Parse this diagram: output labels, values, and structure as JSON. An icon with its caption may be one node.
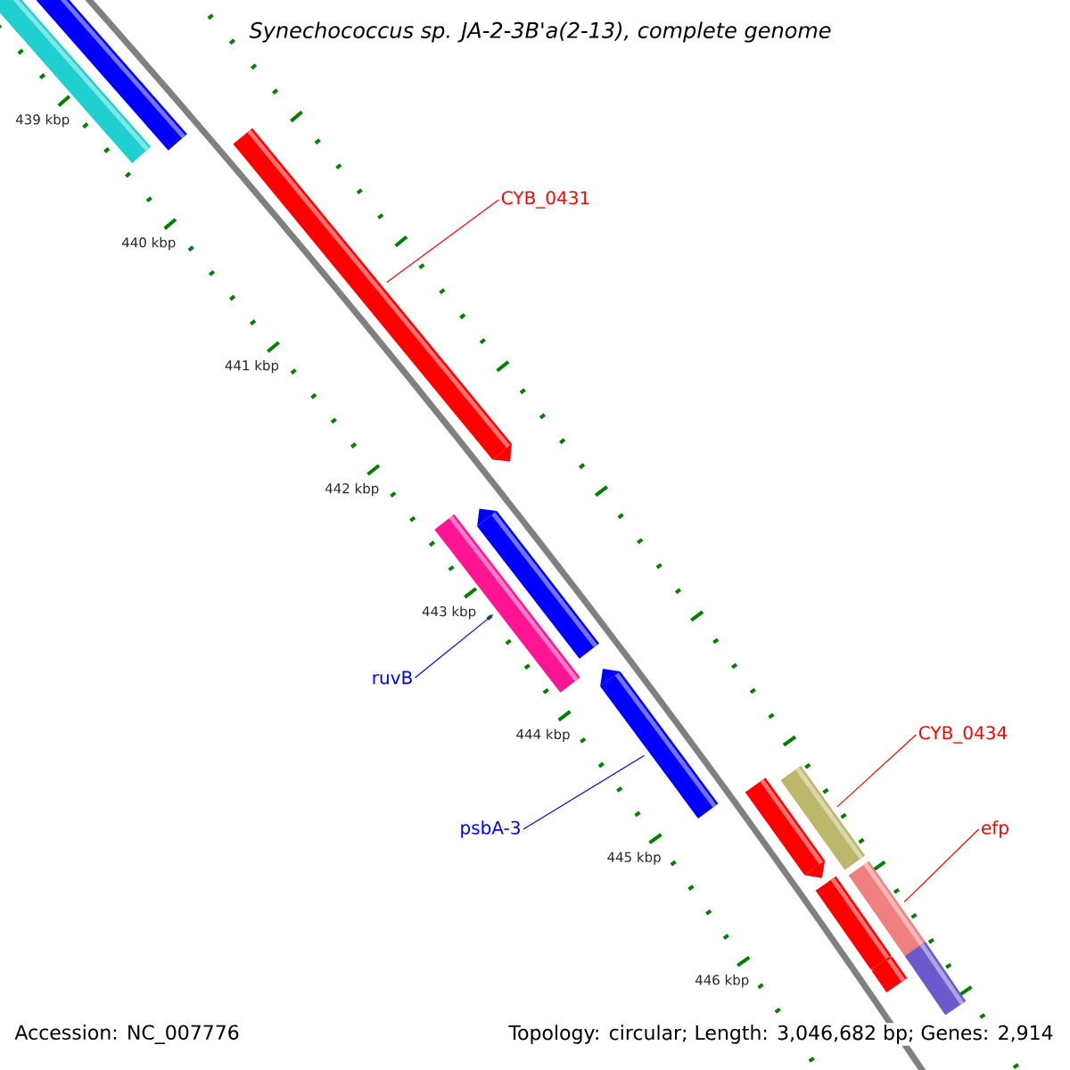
{
  "diagram": {
    "title": "Synechococcus sp. JA-2-3B'a(2-13), complete genome",
    "nodes": [
      {
        "text": [
          "CYB_0431"
        ]
      },
      {
        "text": [
          "ruvB"
        ]
      },
      {
        "text": [
          "psbA-3"
        ]
      },
      {
        "text": [
          "CYB_0434"
        ]
      },
      {
        "text": [
          "efp"
        ]
      },
      {
        "text": [],
        "shape": "bar"
      },
      {
        "text": [],
        "shape": "bar"
      },
      {
        "text": [],
        "shape": "bar"
      },
      {
        "text": [],
        "shape": "bar"
      },
      {
        "text": [],
        "shape": "bar"
      },
      {
        "text": [],
        "shape": "bar"
      },
      {
        "text": [],
        "shape": "bar"
      },
      {
        "text": [],
        "shape": "bar"
      },
      {
        "text": [],
        "shape": "bar"
      },
      {
        "text": [],
        "shape": "bar"
      },
      {
        "text": [],
        "shape": "bar"
      },
      {
        "text": [],
        "shape": "bar"
      }
    ],
    "edges": [
      {
        "from": 0,
        "to": 7,
        "arrow": "none"
      },
      {
        "from": 1,
        "to": 9,
        "arrow": "none",
        "color": "#0000ff"
      },
      {
        "from": 2,
        "to": 10,
        "arrow": "none",
        "color": "#0000ff"
      },
      {
        "from": 3,
        "to": 11,
        "arrow": "none"
      },
      {
        "from": 4,
        "to": 13,
        "arrow": "none"
      }
    ],
    "labels": [
      "439 kbp",
      "440 kbp",
      "441 kbp",
      "442 kbp",
      "443 kbp",
      "444 kbp",
      "445 kbp",
      "446 kbp",
      "Accession: NC_007776",
      "Topology: circular; Length: 3,046,682 bp; Genes: 2,914"
    ]
  }
}
